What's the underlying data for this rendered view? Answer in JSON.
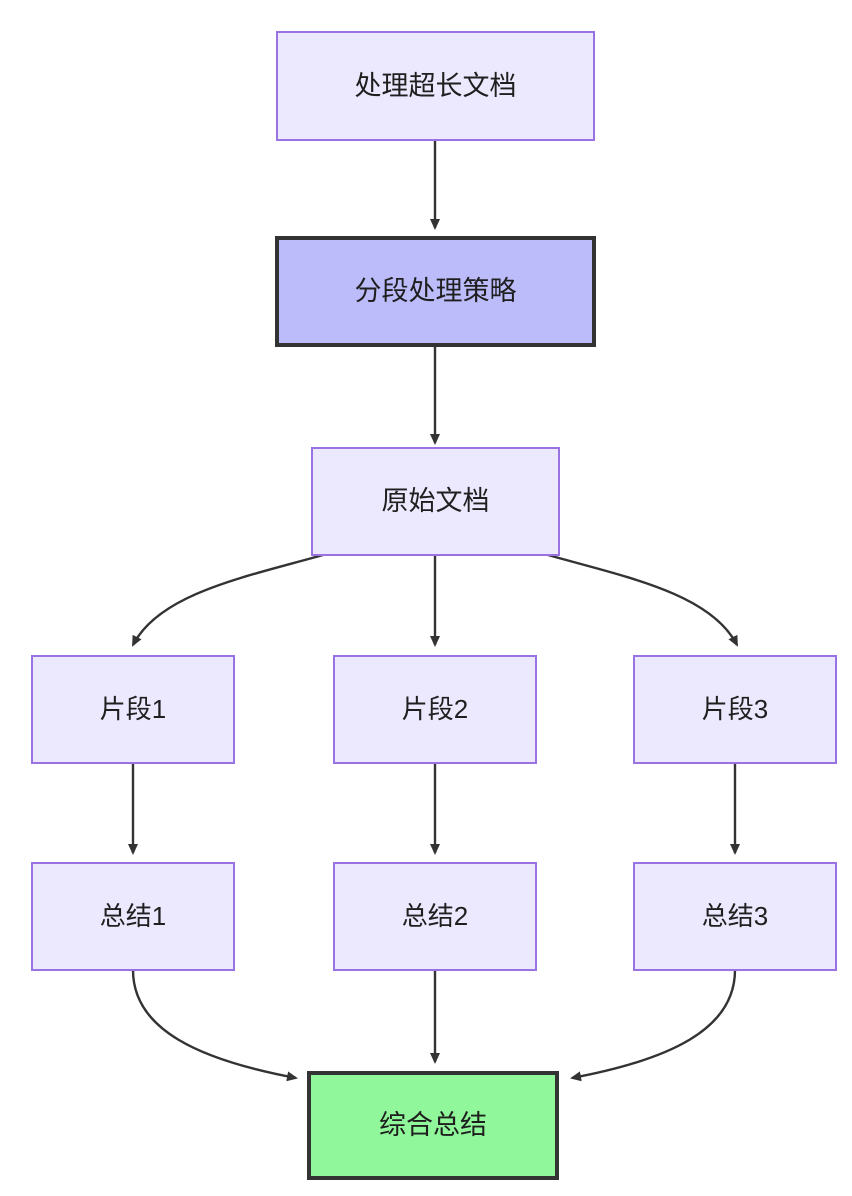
{
  "diagram": {
    "type": "flowchart",
    "direction": "top-down",
    "background_color": "#ffffff",
    "edge_color": "#333333",
    "styles": {
      "default_fill": "#ece8fd",
      "default_stroke": "#9a73e3",
      "highlight_fill": "#bcbcfb",
      "highlight_stroke": "#333333",
      "final_fill": "#90f79a",
      "final_stroke": "#333333",
      "text_color": "#1f1f1f"
    },
    "nodes": [
      {
        "id": "root",
        "label": "处理超长文档",
        "style": "default"
      },
      {
        "id": "strategy",
        "label": "分段处理策略",
        "style": "highlight"
      },
      {
        "id": "source",
        "label": "原始文档",
        "style": "default"
      },
      {
        "id": "chunk1",
        "label": "片段1",
        "style": "default"
      },
      {
        "id": "chunk2",
        "label": "片段2",
        "style": "default"
      },
      {
        "id": "chunk3",
        "label": "片段3",
        "style": "default"
      },
      {
        "id": "summary1",
        "label": "总结1",
        "style": "default"
      },
      {
        "id": "summary2",
        "label": "总结2",
        "style": "default"
      },
      {
        "id": "summary3",
        "label": "总结3",
        "style": "default"
      },
      {
        "id": "final",
        "label": "综合总结",
        "style": "final"
      }
    ],
    "edges": [
      {
        "from": "root",
        "to": "strategy"
      },
      {
        "from": "strategy",
        "to": "source"
      },
      {
        "from": "source",
        "to": "chunk1"
      },
      {
        "from": "source",
        "to": "chunk2"
      },
      {
        "from": "source",
        "to": "chunk3"
      },
      {
        "from": "chunk1",
        "to": "summary1"
      },
      {
        "from": "chunk2",
        "to": "summary2"
      },
      {
        "from": "chunk3",
        "to": "summary3"
      },
      {
        "from": "summary1",
        "to": "final"
      },
      {
        "from": "summary2",
        "to": "final"
      },
      {
        "from": "summary3",
        "to": "final"
      }
    ]
  }
}
